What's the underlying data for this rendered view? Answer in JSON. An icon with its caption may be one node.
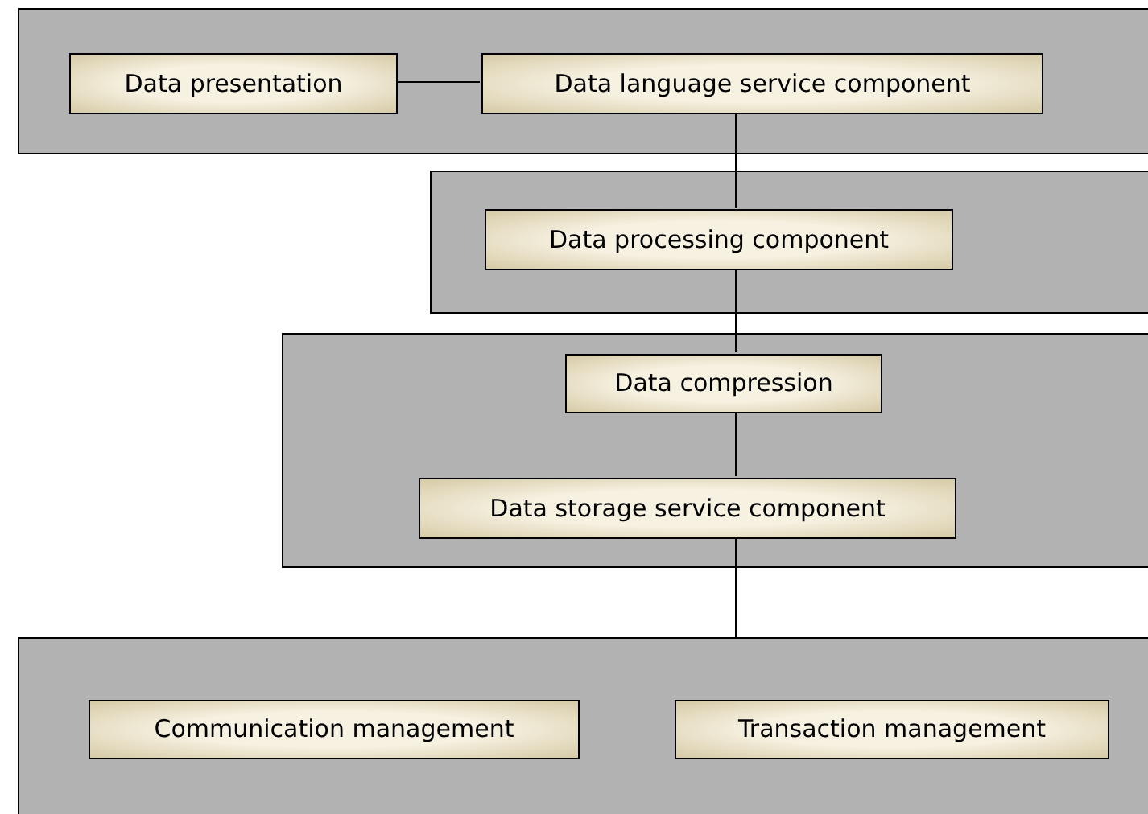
{
  "diagram": {
    "nodes": [
      {
        "text": [],
        "shape": "box"
      },
      {
        "text": [
          "Data presentation"
        ],
        "in": 0
      },
      {
        "text": [
          "Data language service component"
        ],
        "in": 0
      },
      {
        "text": [],
        "shape": "box"
      },
      {
        "text": [
          "Data processing component"
        ],
        "in": 3
      },
      {
        "text": [],
        "shape": "box"
      },
      {
        "text": [
          "Data compression"
        ],
        "in": 5
      },
      {
        "text": [
          "Data storage service component"
        ],
        "in": 5
      },
      {
        "text": [],
        "shape": "box"
      },
      {
        "text": [
          "Communication management"
        ],
        "in": 8
      },
      {
        "text": [
          "Transaction management"
        ],
        "in": 8
      }
    ],
    "edges": [
      {
        "from": 1,
        "to": 2,
        "arrow": "none"
      },
      {
        "from": 2,
        "to": 4,
        "arrow": "none"
      },
      {
        "from": 4,
        "to": 6,
        "arrow": "none"
      },
      {
        "from": 6,
        "to": 7,
        "arrow": "none"
      },
      {
        "from": 7,
        "to": 8,
        "arrow": "none"
      }
    ]
  }
}
